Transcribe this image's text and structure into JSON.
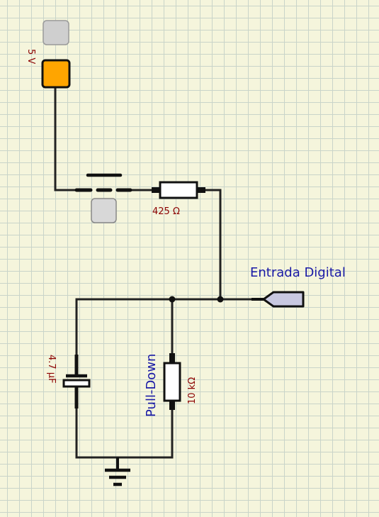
{
  "components": {
    "power": {
      "voltage": "5 V",
      "color": "#ffa500"
    },
    "switch": {
      "type": "push-button"
    },
    "r1": {
      "value": "425 Ω"
    },
    "capacitor": {
      "value": "4.7 μF"
    },
    "pulldown": {
      "label": "Pull-Down",
      "value": "10 kΩ"
    },
    "output": {
      "label": "Entrada Digital",
      "color": "#c8c8e0"
    }
  },
  "colors": {
    "wire": "#222222",
    "value_text": "#8b0000",
    "label_text": "#1a1aa6"
  }
}
